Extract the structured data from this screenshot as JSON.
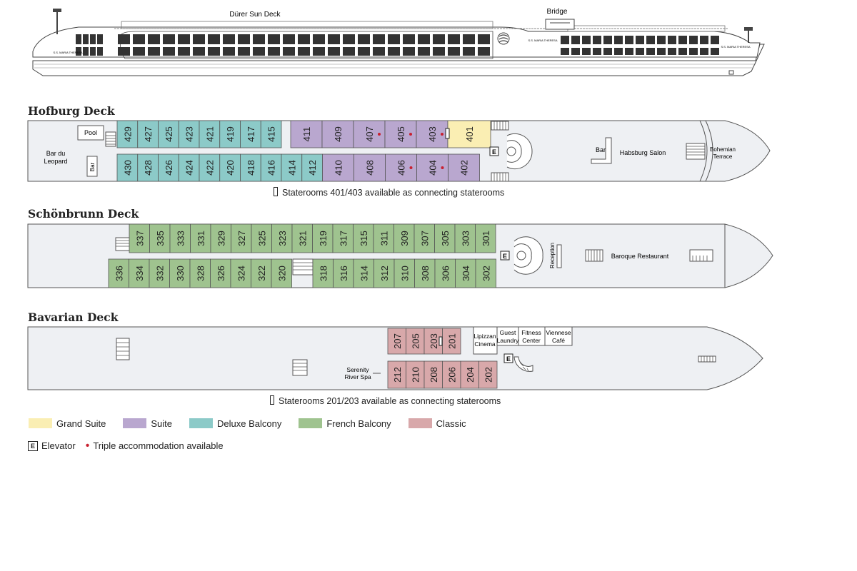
{
  "colors": {
    "grand_suite": "#faeeb3",
    "suite": "#b9a7cf",
    "deluxe_balcony": "#8ccac8",
    "french_balcony": "#9fc38f",
    "classic": "#d8a8aa",
    "triple_dot": "#c8202f",
    "hull_fill": "#eef0f3",
    "outline": "#555555"
  },
  "ship": {
    "sun_deck_label": "Dürer Sun Deck",
    "bridge_label": "Bridge",
    "name_plate": "S.S. MARIA THERESA"
  },
  "decks": {
    "hofburg": {
      "title": "Hofburg Deck",
      "places": {
        "pool": "Pool",
        "bar_du": "Bar du",
        "leopard": "Leopard",
        "bar_small": "Bar",
        "bar_salon": "Bar",
        "salon": "Habsburg Salon",
        "bohemian": "Bohemian",
        "terrace": "Terrace",
        "elevator": "E"
      },
      "note": "Staterooms 401/403 available as connecting staterooms",
      "top_row": [
        {
          "n": "429",
          "cat": "deluxe_balcony"
        },
        {
          "n": "427",
          "cat": "deluxe_balcony"
        },
        {
          "n": "425",
          "cat": "deluxe_balcony"
        },
        {
          "n": "423",
          "cat": "deluxe_balcony"
        },
        {
          "n": "421",
          "cat": "deluxe_balcony"
        },
        {
          "n": "419",
          "cat": "deluxe_balcony"
        },
        {
          "n": "417",
          "cat": "deluxe_balcony"
        },
        {
          "n": "415",
          "cat": "deluxe_balcony"
        },
        {
          "n": "411",
          "cat": "suite"
        },
        {
          "n": "409",
          "cat": "suite"
        },
        {
          "n": "407",
          "cat": "suite",
          "triple": true
        },
        {
          "n": "405",
          "cat": "suite",
          "triple": true
        },
        {
          "n": "403",
          "cat": "suite",
          "triple": true
        },
        {
          "n": "401",
          "cat": "grand_suite"
        }
      ],
      "bottom_row": [
        {
          "n": "430",
          "cat": "deluxe_balcony"
        },
        {
          "n": "428",
          "cat": "deluxe_balcony"
        },
        {
          "n": "426",
          "cat": "deluxe_balcony"
        },
        {
          "n": "424",
          "cat": "deluxe_balcony"
        },
        {
          "n": "422",
          "cat": "deluxe_balcony"
        },
        {
          "n": "420",
          "cat": "deluxe_balcony"
        },
        {
          "n": "418",
          "cat": "deluxe_balcony"
        },
        {
          "n": "416",
          "cat": "deluxe_balcony"
        },
        {
          "n": "414",
          "cat": "deluxe_balcony"
        },
        {
          "n": "412",
          "cat": "deluxe_balcony"
        },
        {
          "n": "410",
          "cat": "suite"
        },
        {
          "n": "408",
          "cat": "suite"
        },
        {
          "n": "406",
          "cat": "suite",
          "triple": true
        },
        {
          "n": "404",
          "cat": "suite",
          "triple": true
        },
        {
          "n": "402",
          "cat": "suite"
        }
      ]
    },
    "schonbrunn": {
      "title": "Schönbrunn Deck",
      "places": {
        "reception": "Reception",
        "restaurant": "Baroque Restaurant",
        "elevator": "E"
      },
      "top_row": [
        "337",
        "335",
        "333",
        "331",
        "329",
        "327",
        "325",
        "323",
        "321",
        "319",
        "317",
        "315",
        "311",
        "309",
        "307",
        "305",
        "303",
        "301"
      ],
      "bottom_left": [
        "336",
        "334",
        "332",
        "330",
        "328",
        "326",
        "324",
        "322",
        "320"
      ],
      "bottom_right": [
        "318",
        "316",
        "314",
        "312",
        "310",
        "308",
        "306",
        "304",
        "302"
      ]
    },
    "bavarian": {
      "title": "Bavarian Deck",
      "places": {
        "lipizzan": "Lipizzan",
        "cinema": "Cinema",
        "guest": "Guest",
        "laundry": "Laundry",
        "fitness": "Fitness",
        "center": "Center",
        "viennese": "Viennese",
        "cafe": "Café",
        "serenity": "Serenity",
        "river_spa": "River Spa",
        "elevator": "E"
      },
      "note": "Staterooms 201/203 available as connecting staterooms",
      "top_row": [
        "207",
        "205",
        "203",
        "201"
      ],
      "bottom_row": [
        "212",
        "210",
        "208",
        "206",
        "204",
        "202"
      ]
    }
  },
  "legend": {
    "grand_suite": "Grand Suite",
    "suite": "Suite",
    "deluxe_balcony": "Deluxe Balcony",
    "french_balcony": "French Balcony",
    "classic": "Classic",
    "elevator_key": "E",
    "elevator": "Elevator",
    "triple": "Triple accommodation available"
  }
}
